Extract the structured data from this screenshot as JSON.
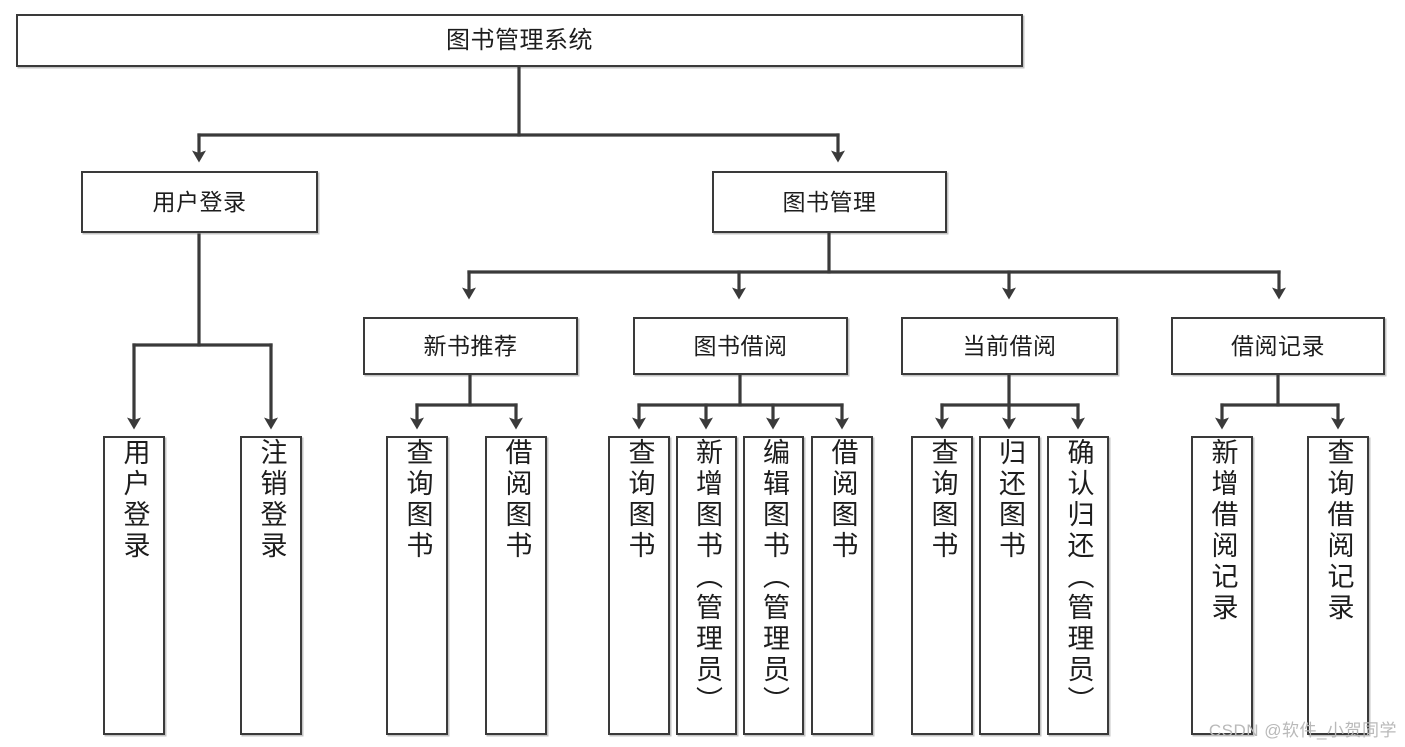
{
  "diagram": {
    "type": "tree-hierarchy-chart",
    "title": "图书管理系统",
    "watermark": "CSDN @软件_小贺同学",
    "theme": {
      "background": "#ffffff",
      "node_fill": "#ffffff",
      "node_stroke": "#3a3a3a",
      "edge_stroke": "#3a3a3a",
      "text_color": "#1d1d1d",
      "watermark_color": "#b9b9b9"
    },
    "nodes": {
      "root": {
        "label": "图书管理系统",
        "orientation": "horizontal"
      },
      "level2": [
        {
          "id": "user-login",
          "label": "用户登录",
          "orientation": "horizontal"
        },
        {
          "id": "book-manage",
          "label": "图书管理",
          "orientation": "horizontal"
        }
      ],
      "level3": [
        {
          "id": "new-book-rec",
          "label": "新书推荐",
          "orientation": "horizontal"
        },
        {
          "id": "book-borrow",
          "label": "图书借阅",
          "orientation": "horizontal"
        },
        {
          "id": "current-borrow",
          "label": "当前借阅",
          "orientation": "horizontal"
        },
        {
          "id": "borrow-record",
          "label": "借阅记录",
          "orientation": "horizontal"
        }
      ],
      "leaves": [
        {
          "id": "leaf-user-login",
          "label": "用户登录",
          "parent": "user-login",
          "orientation": "vertical"
        },
        {
          "id": "leaf-user-logout",
          "label": "注销登录",
          "parent": "user-login",
          "orientation": "vertical"
        },
        {
          "id": "leaf-query-book-1",
          "label": "查询图书",
          "parent": "new-book-rec",
          "orientation": "vertical"
        },
        {
          "id": "leaf-borrow-book-1",
          "label": "借阅图书",
          "parent": "new-book-rec",
          "orientation": "vertical"
        },
        {
          "id": "leaf-query-book-2",
          "label": "查询图书",
          "parent": "book-borrow",
          "orientation": "vertical"
        },
        {
          "id": "leaf-add-book",
          "label": "新增图书（管理员）",
          "parent": "book-borrow",
          "orientation": "vertical"
        },
        {
          "id": "leaf-edit-book",
          "label": "编辑图书（管理员）",
          "parent": "book-borrow",
          "orientation": "vertical"
        },
        {
          "id": "leaf-borrow-book-2",
          "label": "借阅图书",
          "parent": "book-borrow",
          "orientation": "vertical"
        },
        {
          "id": "leaf-query-book-3",
          "label": "查询图书",
          "parent": "current-borrow",
          "orientation": "vertical"
        },
        {
          "id": "leaf-return-book",
          "label": "归还图书",
          "parent": "current-borrow",
          "orientation": "vertical"
        },
        {
          "id": "leaf-confirm-return",
          "label": "确认归还（管理员）",
          "parent": "current-borrow",
          "orientation": "vertical"
        },
        {
          "id": "leaf-add-record",
          "label": "新增借阅记录",
          "parent": "borrow-record",
          "orientation": "vertical"
        },
        {
          "id": "leaf-query-record",
          "label": "查询借阅记录",
          "parent": "borrow-record",
          "orientation": "vertical"
        }
      ]
    }
  }
}
